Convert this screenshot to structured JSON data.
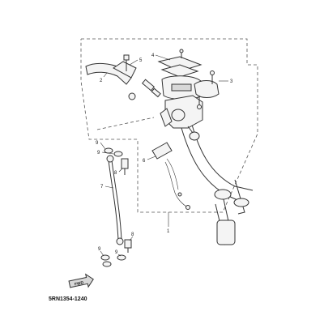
{
  "callouts": {
    "c1": "1",
    "c2": "2",
    "c3": "3",
    "c4": "4",
    "c5": "5",
    "c6": "6",
    "c7": "7",
    "c8a": "8",
    "c8b": "8",
    "c9a": "9",
    "c9b": "9",
    "c9c": "9",
    "c9d": "9"
  },
  "arrow_label": "FWD",
  "diagram_code": "5RN1354-1240"
}
